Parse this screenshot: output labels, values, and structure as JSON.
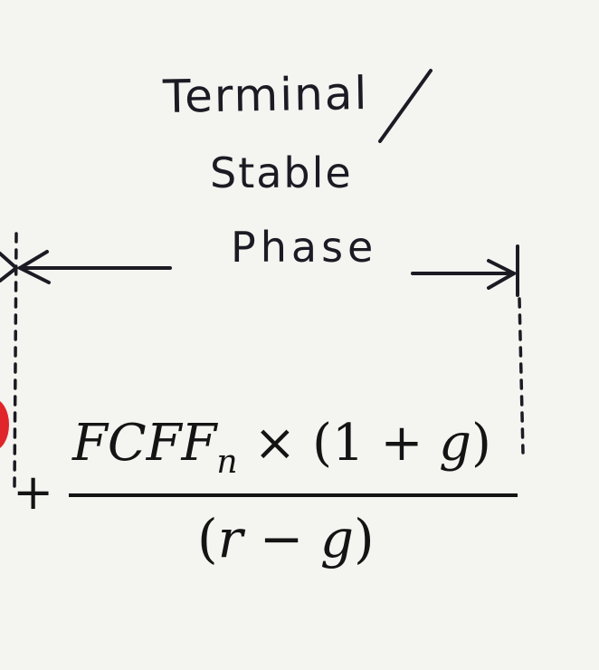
{
  "annotation": {
    "line1": "Terminal",
    "slash": "/",
    "line2": "Stable",
    "line3": "Phase"
  },
  "formula": {
    "plus": "+",
    "numerator_var": "FCFF",
    "numerator_sub": "n",
    "numerator_rest_times": " × ",
    "numerator_open": "(",
    "numerator_one": "1",
    "numerator_plus": " + ",
    "numerator_g": "g",
    "numerator_close": ")",
    "denominator_open": "(",
    "denominator_r": "r",
    "denominator_minus": " − ",
    "denominator_g": "g",
    "denominator_close": ")"
  },
  "colors": {
    "ink": "#1c1b24",
    "formula": "#141414",
    "background": "#f4f4f0",
    "marker": "#e0262b"
  },
  "icons": {
    "left_arrow": "arrow-left-icon",
    "right_arrow": "arrow-right-icon"
  }
}
